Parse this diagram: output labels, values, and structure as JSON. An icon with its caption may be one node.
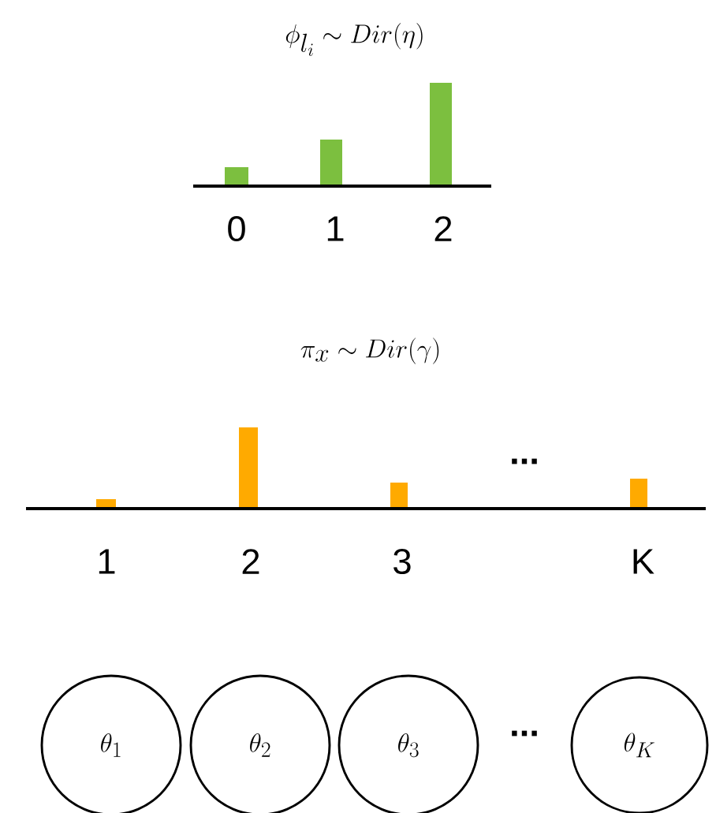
{
  "diagram": {
    "nodes": [
      {
        "text": [
          "\\theta_1"
        ]
      },
      {
        "text": [
          "\\theta_2"
        ]
      },
      {
        "text": [
          "\\theta_3"
        ]
      },
      {
        "text": [
          "\\theta_K"
        ]
      }
    ],
    "labels": [
      "\\phi_{l_i} \\sim Dir(\\eta)",
      "0",
      "1",
      "2",
      "\\pi_x \\sim Dir(\\gamma)",
      "...",
      "1",
      "2",
      "3",
      "K",
      "..."
    ]
  }
}
